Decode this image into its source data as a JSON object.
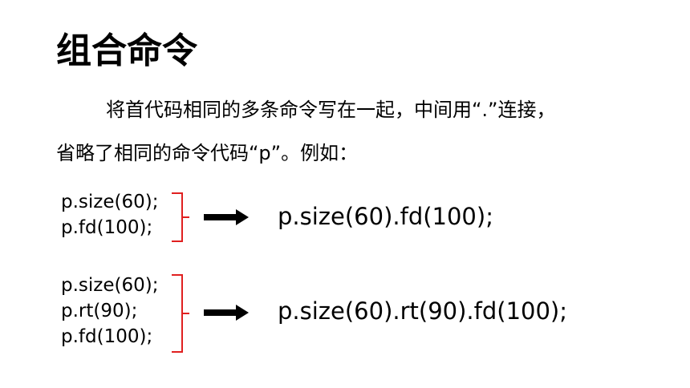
{
  "title": "组合命令",
  "description": {
    "line1": "将首代码相同的多条命令写在一起，中间用“.”连接，",
    "line2": "省略了相同的命令代码“p”。例如："
  },
  "examples": [
    {
      "lines": [
        "p.size(60);",
        "p.fd(100);"
      ],
      "result": "p.size(60).fd(100);"
    },
    {
      "lines": [
        "p.size(60);",
        "p.rt(90);",
        "p.fd(100);"
      ],
      "result": "p.size(60).rt(90).fd(100);"
    }
  ],
  "colors": {
    "bracket": "#e02020",
    "arrow": "#000000"
  },
  "icons": {
    "arrow": "right-arrow-icon"
  }
}
